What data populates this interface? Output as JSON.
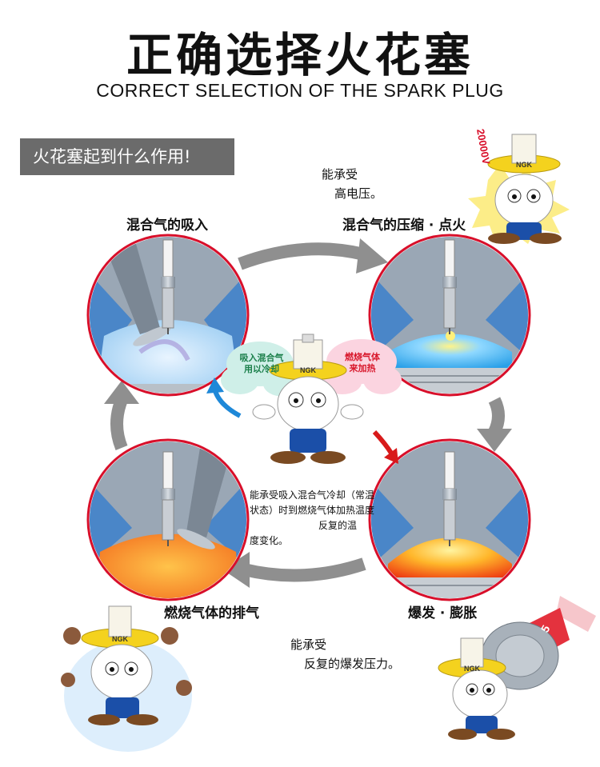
{
  "header": {
    "title": "正确选择火花塞",
    "subtitle": "CORRECT SELECTION OF THE SPARK PLUG"
  },
  "badge": {
    "label": "火花塞起到什么作用!"
  },
  "stages": {
    "intake": "混合气的吸入",
    "compression": "混合气的压缩 · 点火",
    "combustion": "爆发 · 膨胀",
    "exhaust": "燃烧气体的排气"
  },
  "notes": {
    "top_line1": "能承受",
    "top_line2": "高电压。",
    "bottom_line1": "能承受",
    "bottom_line2": "反复的爆发压力。",
    "center_line1": "能承受吸入混合气冷却（常温",
    "center_line2": "状态）时到燃烧气体加热温度",
    "center_line3": "反复的温",
    "center_line4": "度变化。"
  },
  "bubbles": {
    "cool_line1": "吸入混合气",
    "cool_line2": "用以冷却",
    "heat_line1": "燃烧气体",
    "heat_line2": "来加热"
  },
  "mascot": {
    "brand": "NGK",
    "voltage": "20000V",
    "number": "5"
  },
  "colors": {
    "ring": "#d80f2a",
    "arrow": "#8f8f8f",
    "cool_arrow": "#1e88d8",
    "hot_arrow": "#d81a1a",
    "hat": "#f4d21e",
    "overalls": "#1b4fa8",
    "badge_bg": "#6b6b6b"
  }
}
